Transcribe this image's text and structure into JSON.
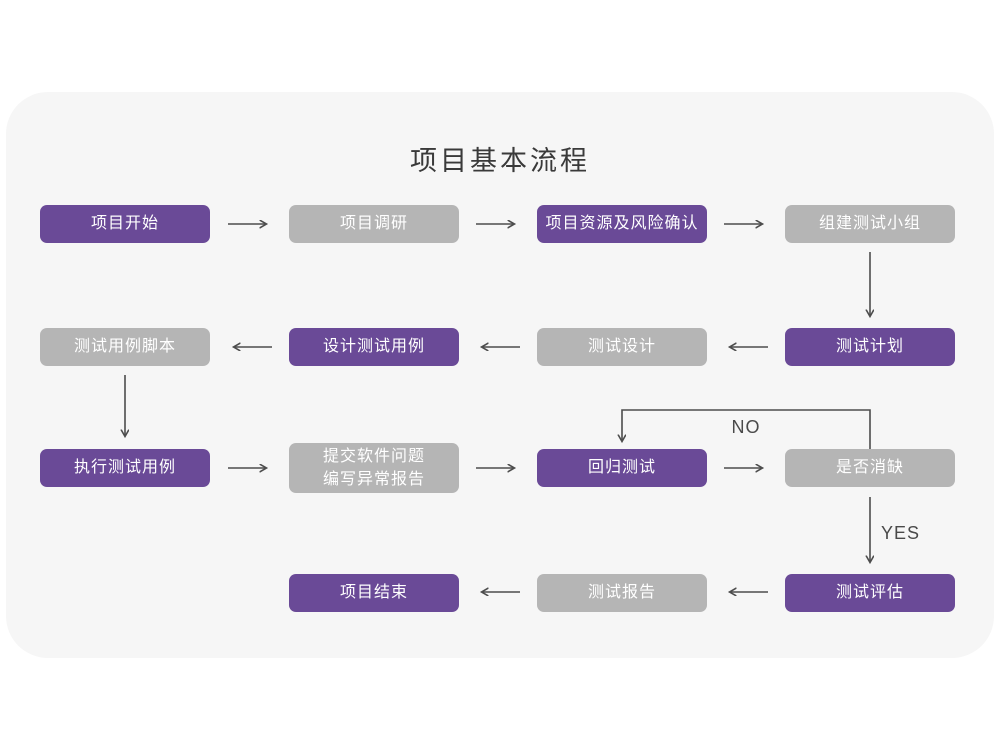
{
  "title": "项目基本流程",
  "colors": {
    "node_purple": "#6a4a97",
    "node_gray": "#b5b5b5",
    "card_background": "#f6f6f6",
    "page_background": "#ffffff",
    "arrow": "#4d4d4d",
    "node_text": "#ffffff",
    "title_text": "#3a3a3a"
  },
  "labels": {
    "no": "NO",
    "yes": "YES"
  },
  "nodes": [
    {
      "id": "project-start",
      "label": "项目开始",
      "variant": "purple"
    },
    {
      "id": "project-research",
      "label": "项目调研",
      "variant": "gray"
    },
    {
      "id": "resource-risk-confirm",
      "label": "项目资源及风险确认",
      "variant": "purple"
    },
    {
      "id": "build-test-team",
      "label": "组建测试小组",
      "variant": "gray"
    },
    {
      "id": "test-plan",
      "label": "测试计划",
      "variant": "purple"
    },
    {
      "id": "test-design",
      "label": "测试设计",
      "variant": "gray"
    },
    {
      "id": "design-test-cases",
      "label": "设计测试用例",
      "variant": "purple"
    },
    {
      "id": "test-case-script",
      "label": "测试用例脚本",
      "variant": "gray"
    },
    {
      "id": "execute-test-cases",
      "label": "执行测试用例",
      "variant": "purple"
    },
    {
      "id": "submit-issue-report",
      "label": "提交软件问题 编写异常报告",
      "lines": [
        "提交软件问题",
        "编写异常报告"
      ],
      "variant": "gray"
    },
    {
      "id": "regression-test",
      "label": "回归测试",
      "variant": "purple"
    },
    {
      "id": "defect-resolved",
      "label": "是否消缺",
      "variant": "gray"
    },
    {
      "id": "test-evaluation",
      "label": "测试评估",
      "variant": "purple"
    },
    {
      "id": "test-report",
      "label": "测试报告",
      "variant": "gray"
    },
    {
      "id": "project-end",
      "label": "项目结束",
      "variant": "purple"
    }
  ]
}
